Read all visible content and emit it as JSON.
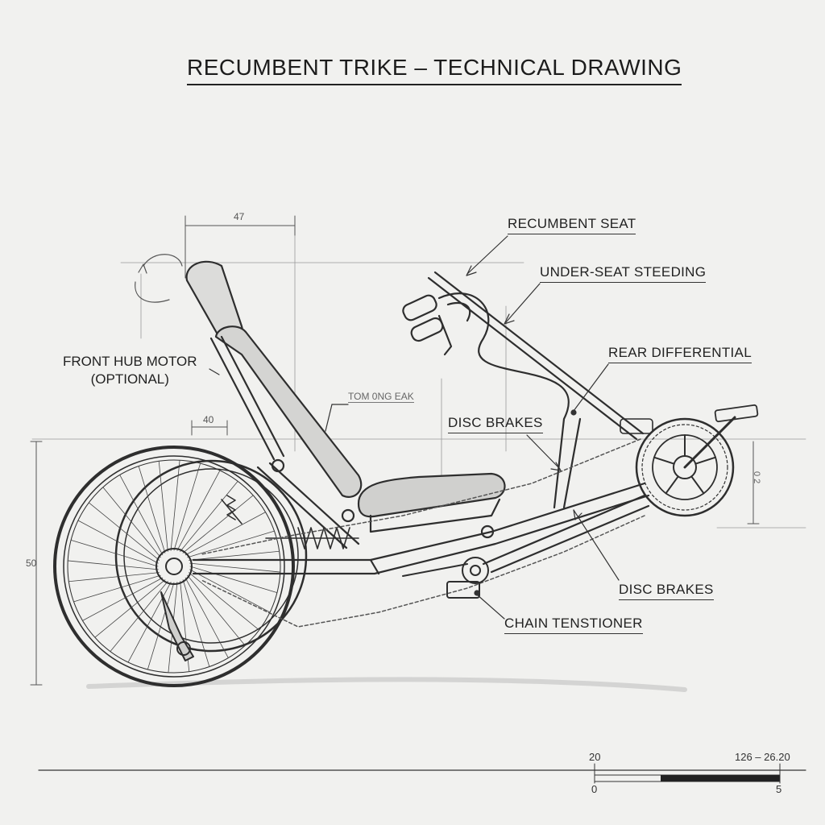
{
  "title": "RECUMBENT TRIKE – TECHNICAL DRAWING",
  "labels": {
    "recumbent_seat": "RECUMBENT SEAT",
    "under_seat_steering": "UNDER-SEAT STEEDING",
    "rear_differential": "REAR DIFFERENTIAL",
    "front_hub_motor_line1": "FRONT HUB MOTOR",
    "front_hub_motor_line2": "(OPTIONAL)",
    "disc_brakes_upper": "DISC BRAKES",
    "disc_brakes_lower": "DISC BRAKES",
    "chain_tenstioner": "CHAIN TENSTIONER",
    "faint_annotation": "TOM 0NG EAK"
  },
  "dimensions": {
    "top_width": "47",
    "small_width": "40",
    "left_height": "50",
    "right_height": "0 2"
  },
  "scale_bar": {
    "left_top": "20",
    "right_top": "126 – 26.20",
    "left_bottom": "0",
    "right_bottom": "5"
  }
}
